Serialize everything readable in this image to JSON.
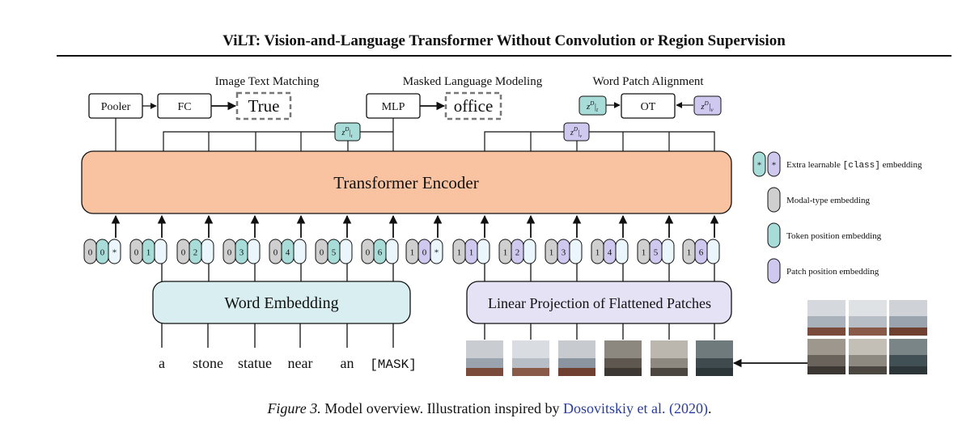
{
  "header": {
    "title": "ViLT: Vision-and-Language Transformer Without Convolution or Region Supervision"
  },
  "diagram": {
    "encoder_label": "Transformer Encoder",
    "heads": {
      "itm": {
        "title": "Image Text Matching",
        "pooler": "Pooler",
        "fc": "FC",
        "output": "True"
      },
      "mlm": {
        "title": "Masked Language Modeling",
        "mlp": "MLP",
        "output": "office"
      },
      "wpa": {
        "title": "Word Patch Alignment",
        "ot": "OT",
        "zt": "z",
        "zt_sup": "D",
        "zt_sub": "t",
        "zv": "z",
        "zv_sup": "D",
        "zv_sub": "v"
      }
    },
    "text_tokens": [
      "a",
      "stone",
      "statue",
      "near",
      "an",
      "[MASK]"
    ],
    "text_embed_label": "Word Embedding",
    "patch_embed_label": "Linear Projection of Flattened Patches",
    "text_groups": [
      {
        "type": "0",
        "pos": "0",
        "mark": "*"
      },
      {
        "type": "0",
        "pos": "1"
      },
      {
        "type": "0",
        "pos": "2"
      },
      {
        "type": "0",
        "pos": "3"
      },
      {
        "type": "0",
        "pos": "4"
      },
      {
        "type": "0",
        "pos": "5"
      },
      {
        "type": "0",
        "pos": "6"
      }
    ],
    "image_groups": [
      {
        "type": "1",
        "pos": "0",
        "mark": "*"
      },
      {
        "type": "1",
        "pos": "1"
      },
      {
        "type": "1",
        "pos": "2"
      },
      {
        "type": "1",
        "pos": "3"
      },
      {
        "type": "1",
        "pos": "4"
      },
      {
        "type": "1",
        "pos": "5"
      },
      {
        "type": "1",
        "pos": "6"
      }
    ],
    "legend": [
      {
        "label": "Extra learnable ",
        "code": "[class]",
        "label2": " embedding",
        "kind": "class",
        "mark": "*"
      },
      {
        "label": "Modal-type embedding",
        "kind": "modal"
      },
      {
        "label": "Token position embedding",
        "kind": "token"
      },
      {
        "label": "Patch position embedding",
        "kind": "patch"
      }
    ],
    "colors": {
      "encoder": "#f9c3a2",
      "word_embed": "#d8eef0",
      "patch_embed": "#e6e2f6",
      "modal": "#cfcfcf",
      "token": "#a8dcd8",
      "patch": "#cfc9f0",
      "pale": "#eaf6fb"
    }
  },
  "caption": {
    "fig_label": "Figure 3.",
    "text": " Model overview. Illustration inspired by ",
    "ref_authors": "Dosovitskiy et al.",
    "ref_year": "(2020)",
    "end": "."
  }
}
